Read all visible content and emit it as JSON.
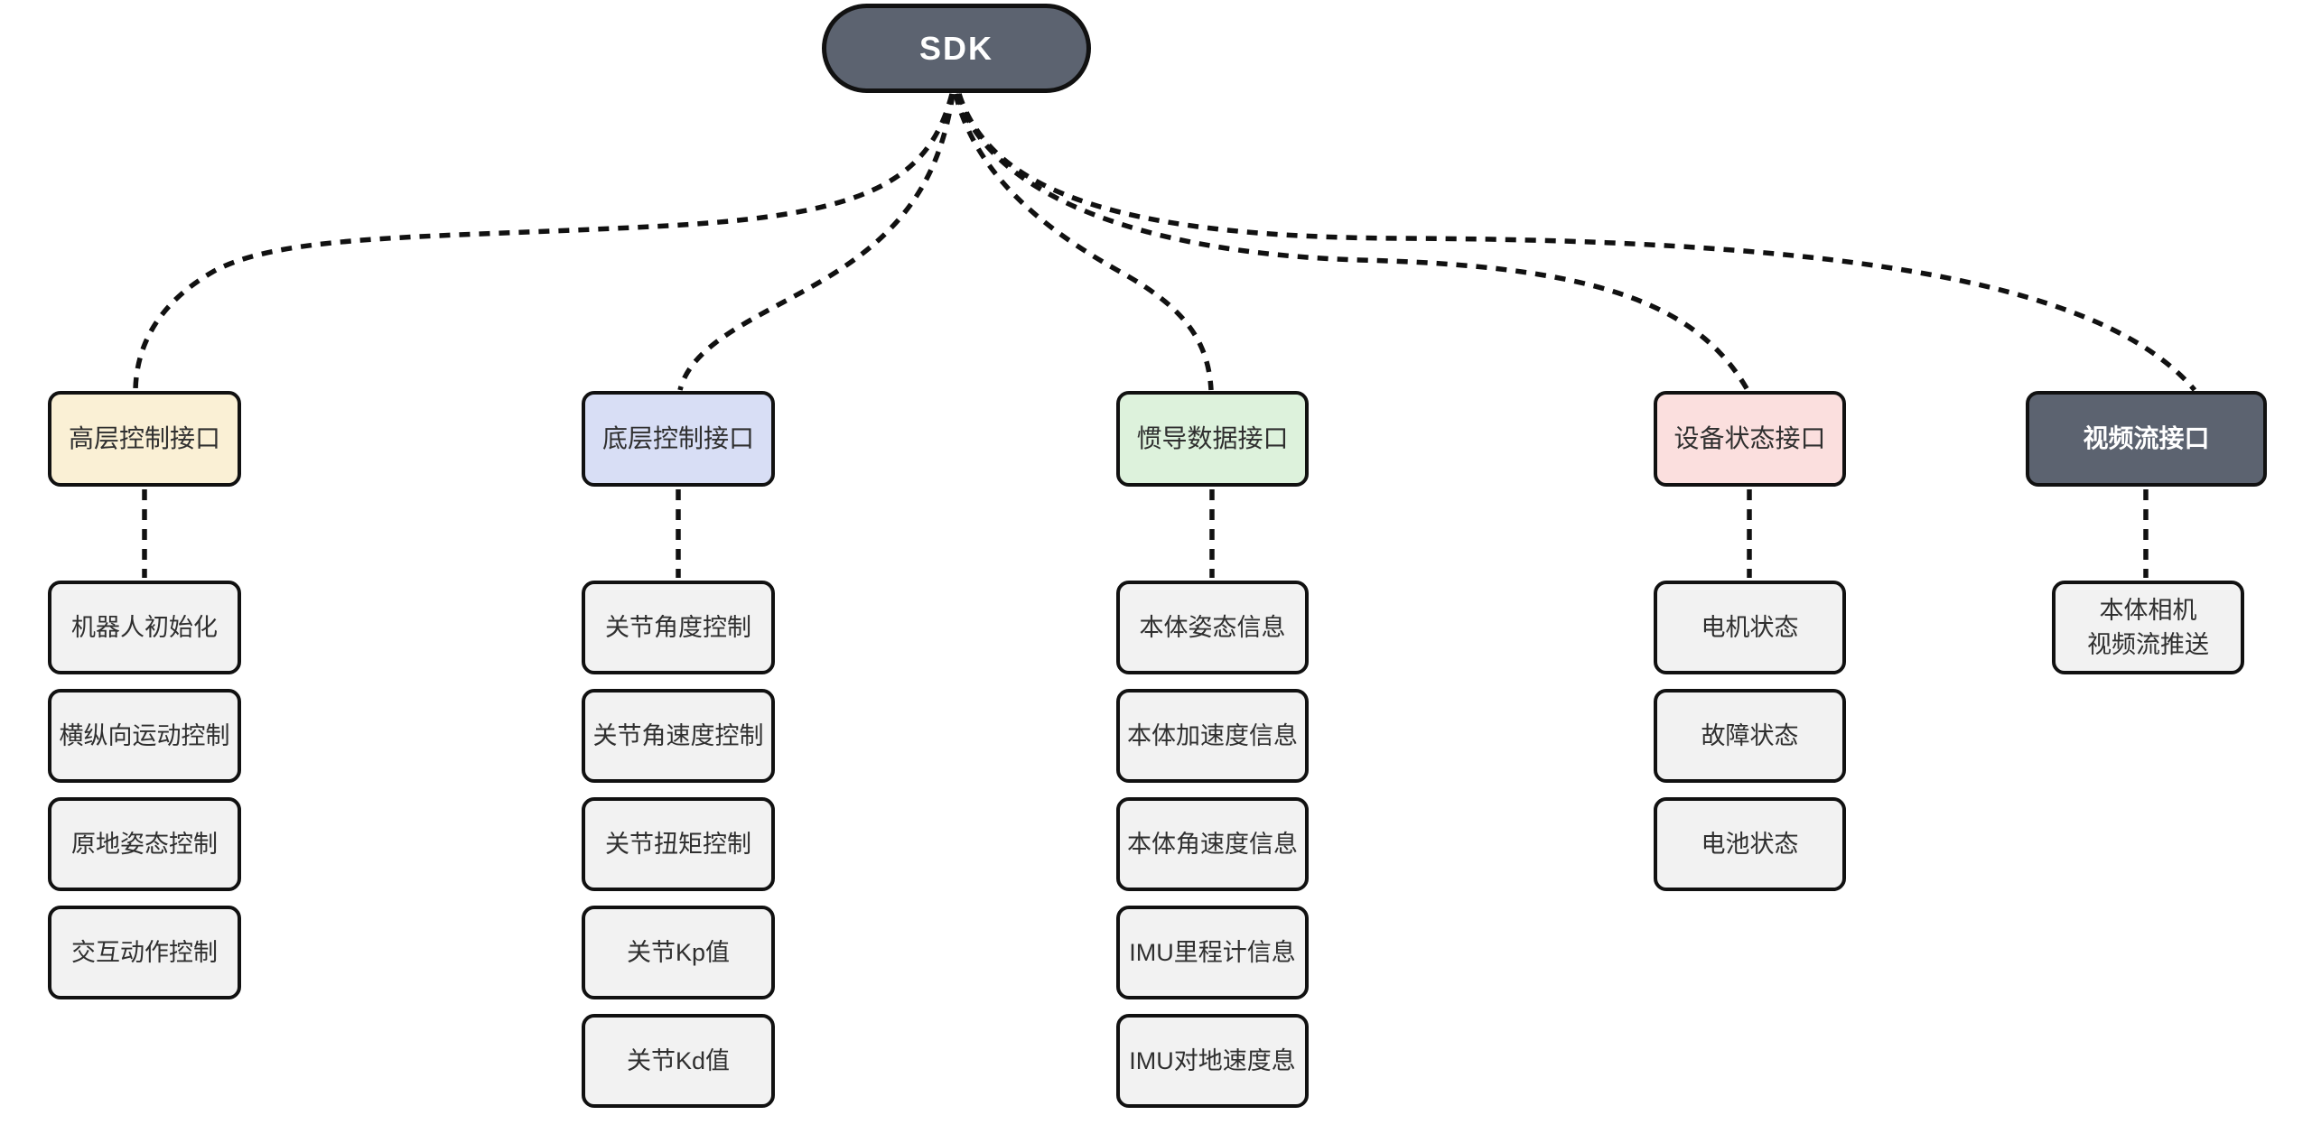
{
  "page": {
    "background": "#ffffff"
  },
  "connector": {
    "color": "#111111",
    "line_style": "dashed"
  },
  "root": {
    "label": "SDK",
    "bg": "#5c6370",
    "text_color": "#ffffff"
  },
  "child_style": {
    "bg": "#f2f2f2",
    "text_color": "#2f2f2f"
  },
  "branches": [
    {
      "label": "高层控制接口",
      "bg": "#faf0d5",
      "text_color": "#2f2f2f",
      "children": [
        "机器人初始化",
        "横纵向运动控制",
        "原地姿态控制",
        "交互动作控制"
      ]
    },
    {
      "label": "底层控制接口",
      "bg": "#d8def5",
      "text_color": "#2f2f2f",
      "children": [
        "关节角度控制",
        "关节角速度控制",
        "关节扭矩控制",
        "关节Kp值",
        "关节Kd值"
      ]
    },
    {
      "label": "惯导数据接口",
      "bg": "#ddf2dc",
      "text_color": "#2f2f2f",
      "children": [
        "本体姿态信息",
        "本体加速度信息",
        "本体角速度信息",
        "IMU里程计信息",
        "IMU对地速度息"
      ]
    },
    {
      "label": "设备状态接口",
      "bg": "#fbdfde",
      "text_color": "#2f2f2f",
      "children": [
        "电机状态",
        "故障状态",
        "电池状态"
      ]
    },
    {
      "label": "视频流接口",
      "bg": "#5c6370",
      "text_color": "#ffffff",
      "children": [
        {
          "lines": [
            "本体相机",
            "视频流推送"
          ]
        }
      ]
    }
  ]
}
